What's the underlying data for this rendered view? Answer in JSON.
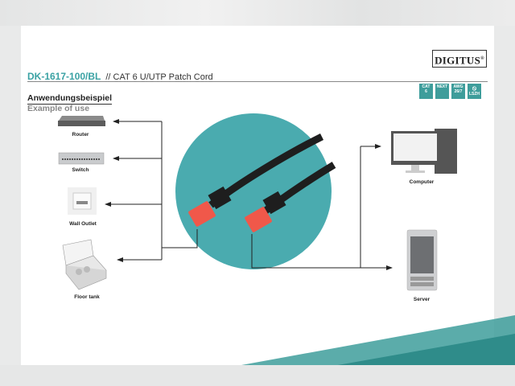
{
  "brand": {
    "logo": "DIGITUS",
    "registered": "®"
  },
  "header": {
    "product_code": "DK-1617-100/BL",
    "product_name": "// CAT 6 U/UTP Patch Cord"
  },
  "badges": [
    {
      "top": "CAT",
      "bottom": "6"
    },
    {
      "top": "NEXT",
      "bottom": ""
    },
    {
      "top": "AWG",
      "bottom": "26/7"
    },
    {
      "top": "⦸",
      "bottom": "LSZH"
    }
  ],
  "section": {
    "title_de": "Anwendungsbeispiel",
    "title_en": "Example of use"
  },
  "devices": {
    "router": "Router",
    "switch": "Switch",
    "wall_outlet": "Wall Outlet",
    "floor_tank": "Floor tank",
    "computer": "Computer",
    "server": "Server"
  },
  "colors": {
    "accent": "#3aa2a4",
    "circle": "#4aabaf",
    "connector": "#f0584a",
    "cable": "#1e1e1e"
  }
}
